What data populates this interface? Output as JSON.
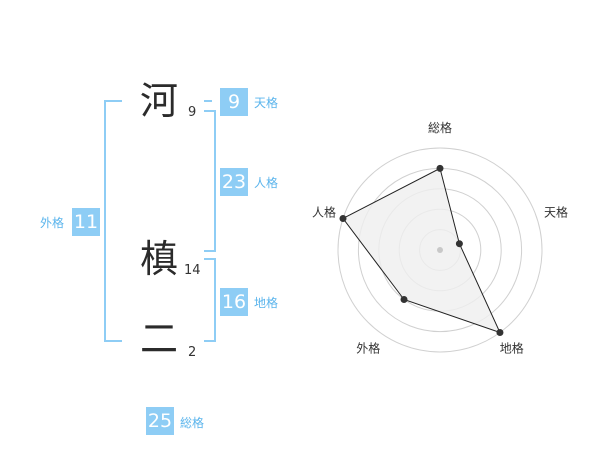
{
  "name": {
    "chars": [
      {
        "char": "河",
        "strokes": "9"
      },
      {
        "char": "槙",
        "strokes": "14"
      },
      {
        "char": "二",
        "strokes": "2"
      }
    ]
  },
  "kaku": {
    "tenkaku": {
      "value": "9",
      "label": "天格"
    },
    "jinkaku": {
      "value": "23",
      "label": "人格"
    },
    "chikaku": {
      "value": "16",
      "label": "地格"
    },
    "gaikaku": {
      "value": "11",
      "label": "外格"
    },
    "soukaku": {
      "value": "25",
      "label": "総格"
    }
  },
  "chart_data": {
    "type": "radar",
    "axes": [
      "総格",
      "天格",
      "地格",
      "外格",
      "人格"
    ],
    "values": [
      4,
      1,
      5,
      3,
      5
    ],
    "max": 5,
    "rings": 5,
    "colors": {
      "fill": "#efefef",
      "line": "#222222",
      "grid": "#d0d0d0",
      "point": "#333333"
    }
  }
}
